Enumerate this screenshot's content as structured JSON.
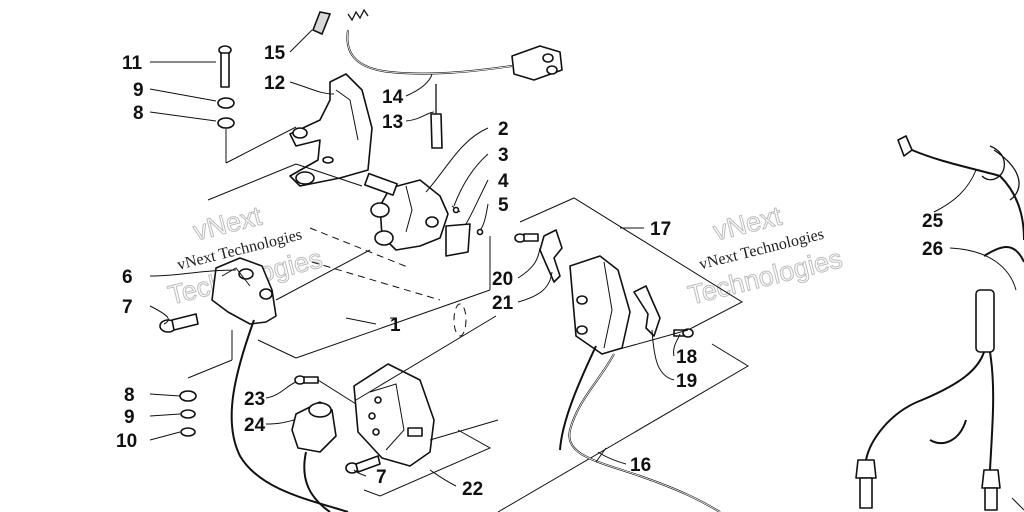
{
  "colors": {
    "ink": "#111111",
    "background": "#ffffff",
    "watermark": "#bdbdbd"
  },
  "watermarks": [
    {
      "line1": "vNext",
      "line2": "vNext Technologies",
      "line3": "Technologies"
    },
    {
      "line1": "vNext",
      "line2": "vNext Technologies",
      "line3": "Technologies"
    }
  ],
  "callouts": [
    {
      "id": "c11",
      "text": "11"
    },
    {
      "id": "c9a",
      "text": "9"
    },
    {
      "id": "c8a",
      "text": "8"
    },
    {
      "id": "c15",
      "text": "15"
    },
    {
      "id": "c12",
      "text": "12"
    },
    {
      "id": "c14",
      "text": "14"
    },
    {
      "id": "c13",
      "text": "13"
    },
    {
      "id": "c2",
      "text": "2"
    },
    {
      "id": "c3",
      "text": "3"
    },
    {
      "id": "c4",
      "text": "4"
    },
    {
      "id": "c5",
      "text": "5"
    },
    {
      "id": "c6",
      "text": "6"
    },
    {
      "id": "c7a",
      "text": "7"
    },
    {
      "id": "c1",
      "text": "1"
    },
    {
      "id": "c17",
      "text": "17"
    },
    {
      "id": "c20",
      "text": "20"
    },
    {
      "id": "c21",
      "text": "21"
    },
    {
      "id": "c18",
      "text": "18"
    },
    {
      "id": "c19",
      "text": "19"
    },
    {
      "id": "c8b",
      "text": "8"
    },
    {
      "id": "c9b",
      "text": "9"
    },
    {
      "id": "c10",
      "text": "10"
    },
    {
      "id": "c23",
      "text": "23"
    },
    {
      "id": "c24",
      "text": "24"
    },
    {
      "id": "c7b",
      "text": "7"
    },
    {
      "id": "c22",
      "text": "22"
    },
    {
      "id": "c16",
      "text": "16"
    },
    {
      "id": "c25",
      "text": "25"
    },
    {
      "id": "c26",
      "text": "26"
    }
  ]
}
